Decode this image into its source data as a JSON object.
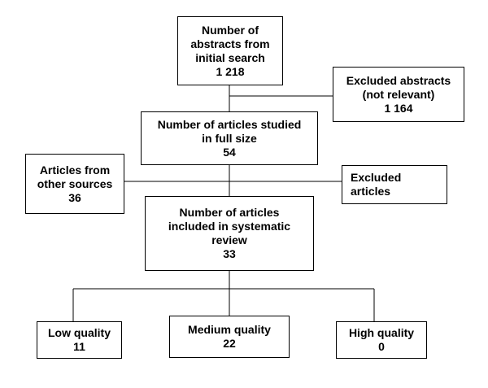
{
  "diagram": {
    "initial_search": {
      "lines": [
        "Number of",
        "abstracts from",
        "initial search",
        "1 218"
      ]
    },
    "excluded_abstracts": {
      "lines": [
        "Excluded abstracts",
        "(not relevant)",
        "1 164"
      ]
    },
    "full_size": {
      "lines": [
        "Number of articles studied",
        "in full size",
        "54"
      ]
    },
    "other_sources": {
      "lines": [
        "Articles from",
        "other sources",
        "36"
      ]
    },
    "excluded_articles": {
      "lines": [
        "Excluded",
        "articles"
      ]
    },
    "included": {
      "lines": [
        "Number of articles",
        "included in systematic",
        "review",
        "33"
      ]
    },
    "low_quality": {
      "lines": [
        "Low quality",
        "11"
      ]
    },
    "medium_quality": {
      "lines": [
        "Medium quality",
        "22"
      ]
    },
    "high_quality": {
      "lines": [
        "High quality",
        "0"
      ]
    }
  }
}
